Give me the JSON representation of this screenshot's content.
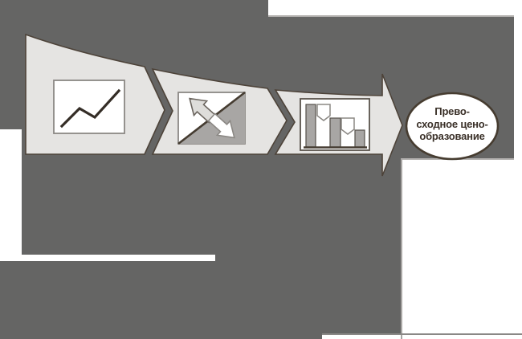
{
  "figure": {
    "type": "process-funnel-diagram",
    "steps": [
      {
        "id": 1,
        "icon": "line-chart-icon"
      },
      {
        "id": 2,
        "icon": "exchange-arrows-icon"
      },
      {
        "id": 3,
        "icon": "bar-chart-price-tags-icon"
      }
    ],
    "result": {
      "line1": "Прево-",
      "line2": "сходное цено-",
      "line3": "образование"
    },
    "colors": {
      "page_dark": "#656564",
      "page_white": "#ffffff",
      "funnel_fill": "#e5e4e2",
      "funnel_stroke": "#4d4339",
      "icon_gray": "#a8a6a4",
      "ink_dark": "#342d26",
      "label_text": "#3a3028",
      "ellipse_stroke": "#463c30"
    }
  }
}
